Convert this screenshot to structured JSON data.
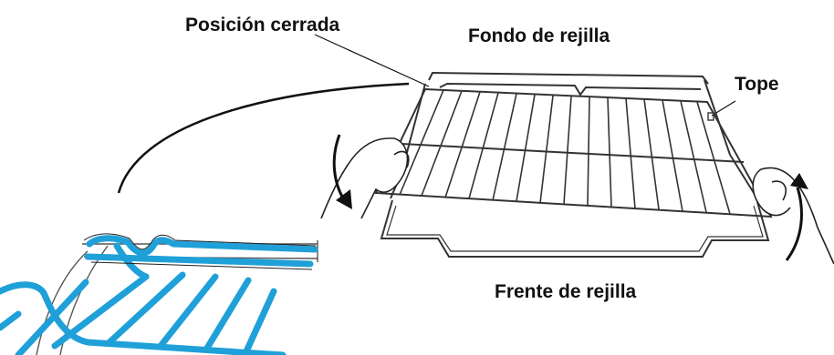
{
  "labels": {
    "closed_position": "Posición cerrada",
    "rack_back": "Fondo de rejilla",
    "stop": "Tope",
    "rack_front": "Frente de rejilla"
  },
  "colors": {
    "detail_rack": "#1fa0d8",
    "rack_lines": "#333333",
    "arrows": "#111111",
    "text": "#111111"
  },
  "icons": {
    "rotation_left": "curved-arrow-down-icon",
    "rotation_right": "curved-arrow-up-icon"
  }
}
